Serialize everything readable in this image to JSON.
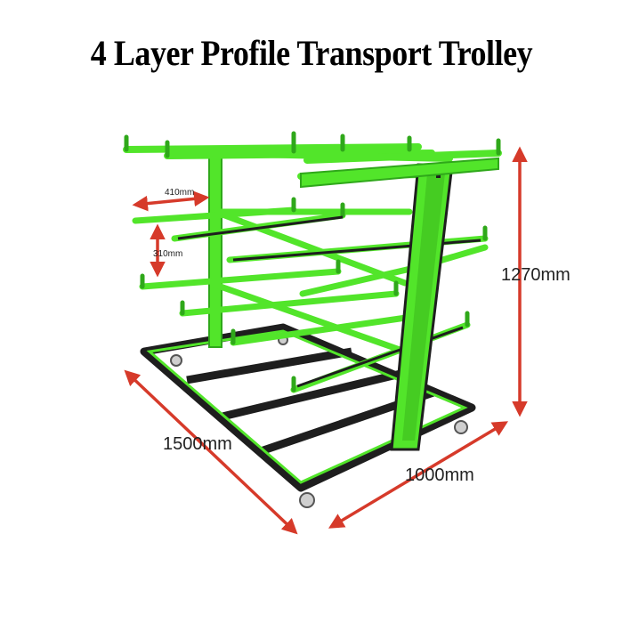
{
  "title": "4 Layer Profile Transport Trolley",
  "dimensions": {
    "arm_length": "410mm",
    "layer_spacing": "310mm",
    "height": "1270mm",
    "length": "1500mm",
    "width": "1000mm"
  },
  "colors": {
    "frame_green": "#52e52a",
    "frame_dark_green": "#2fa81a",
    "base_black": "#1e1e1e",
    "arrow_red": "#d63a2a"
  }
}
